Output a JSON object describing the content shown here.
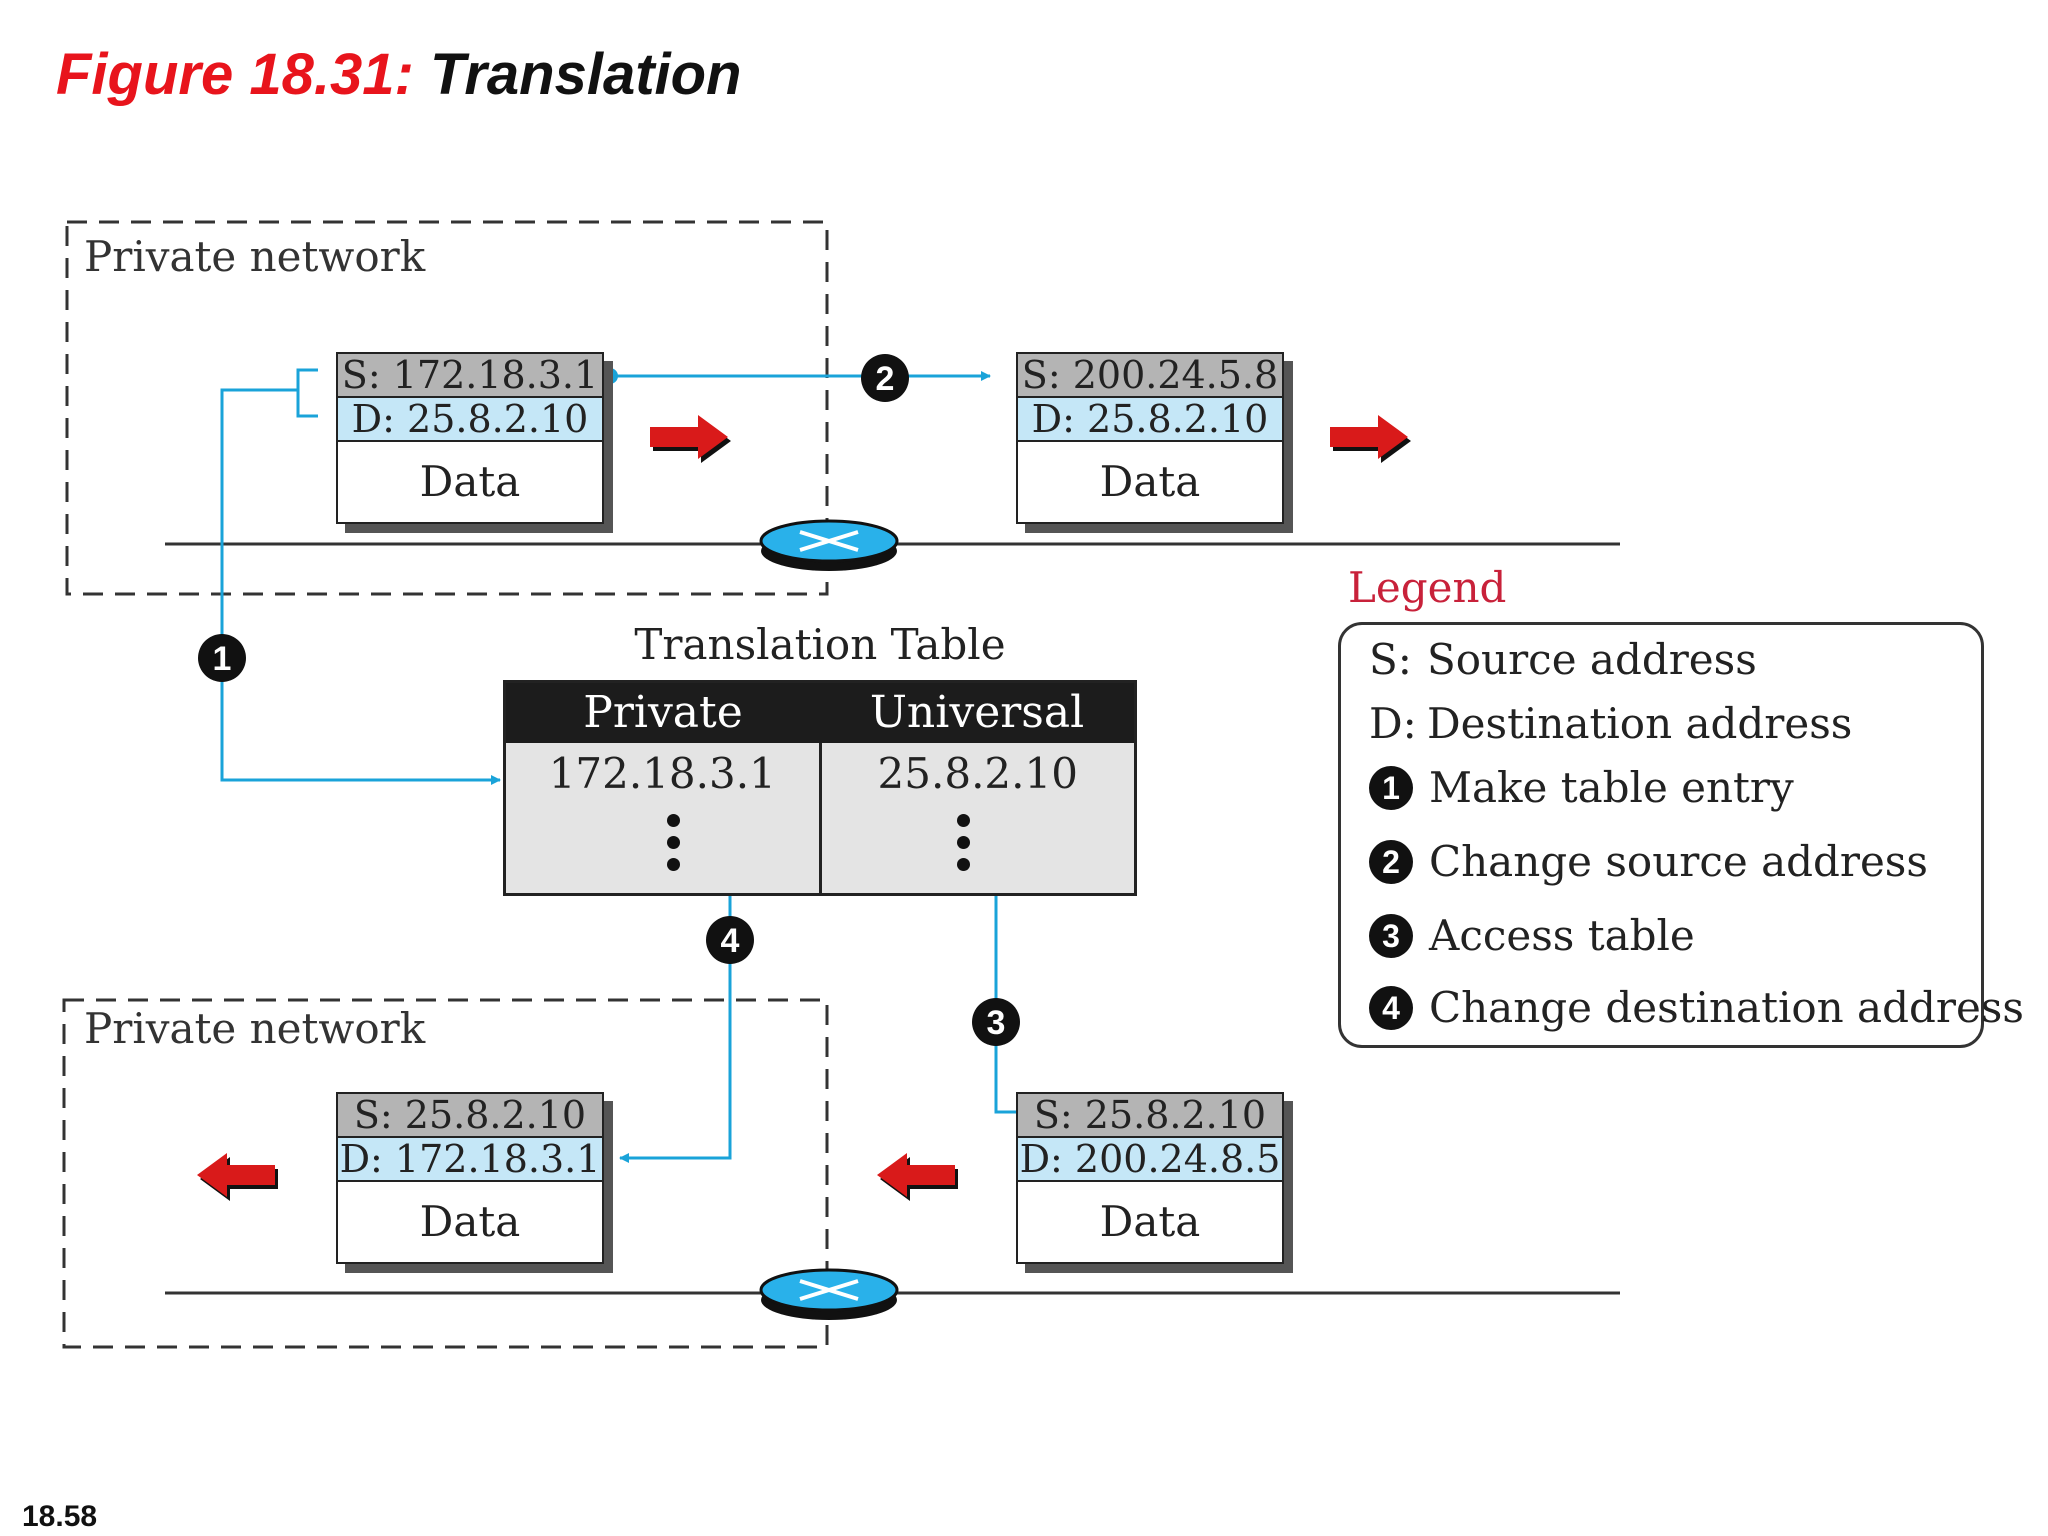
{
  "title": {
    "figure_number": "Figure 18.31:",
    "figure_name": "Translation"
  },
  "page_number": "18.58",
  "networks": {
    "top_label": "Private network",
    "bottom_label": "Private network"
  },
  "packets": {
    "top_private": {
      "src": "S: 172.18.3.1",
      "dst": "D: 25.8.2.10",
      "data": "Data"
    },
    "top_public": {
      "src": "S: 200.24.5.8",
      "dst": "D: 25.8.2.10",
      "data": "Data"
    },
    "bottom_private": {
      "src": "S: 25.8.2.10",
      "dst": "D: 172.18.3.1",
      "data": "Data"
    },
    "bottom_public": {
      "src": "S: 25.8.2.10",
      "dst": "D: 200.24.8.5",
      "data": "Data"
    }
  },
  "translation_table": {
    "caption": "Translation Table",
    "headers": [
      "Private",
      "Universal"
    ],
    "rows": [
      [
        "172.18.3.1",
        "25.8.2.10"
      ]
    ]
  },
  "steps": [
    "1",
    "2",
    "3",
    "4"
  ],
  "legend": {
    "title": "Legend",
    "items": [
      {
        "key": "S:",
        "text": "Source address"
      },
      {
        "key": "D:",
        "text": "Destination address"
      },
      {
        "key": "1",
        "text": "Make table entry"
      },
      {
        "key": "2",
        "text": "Change source address"
      },
      {
        "key": "3",
        "text": "Access table"
      },
      {
        "key": "4",
        "text": "Change destination address"
      }
    ]
  },
  "colors": {
    "title_accent": "#e8141c",
    "flow_line": "#1aa3d9",
    "arrow": "#d91a1a",
    "legend_title": "#c8213a"
  }
}
